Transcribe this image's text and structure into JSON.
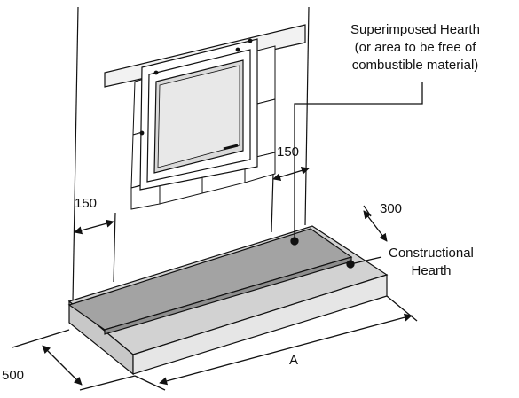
{
  "labels": {
    "superimposed_line1": "Superimposed Hearth",
    "superimposed_line2": "(or area to be free of",
    "superimposed_line3": "combustible material)",
    "constructional_line1": "Constructional",
    "constructional_line2": "Hearth",
    "dim_side_left": "150",
    "dim_side_right": "150",
    "dim_depth_superimposed": "300",
    "dim_depth_hearth": "500",
    "dim_width": "A"
  },
  "colors": {
    "outline": "#111111",
    "superimposed_fill": "#a3a3a3",
    "hearth_top_fill": "#d2d2d2",
    "hearth_front_fill": "#e6e6e6",
    "hearth_side_fill": "#c8c8c8",
    "wall_fill": "#ffffff",
    "glass_fill": "#d9d9d9"
  }
}
